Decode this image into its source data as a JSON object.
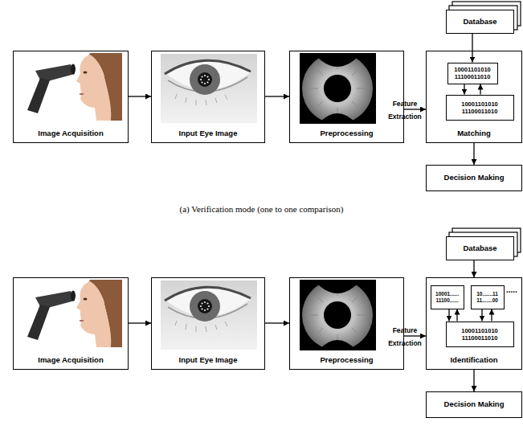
{
  "diagram": {
    "nodes": [
      {
        "text": [
          "Image Acquisition"
        ]
      },
      {
        "text": [
          "Input Eye Image"
        ]
      },
      {
        "text": [
          "Preprocessing"
        ]
      },
      {
        "text": [
          "Database"
        ]
      },
      {
        "text": [
          "Matching"
        ]
      },
      {
        "text": [
          "10001101010 11100011010"
        ],
        "in": 4
      },
      {
        "text": [
          "10001101010 11100011010"
        ],
        "in": 4
      },
      {
        "text": [
          "Decision Making"
        ]
      },
      {
        "text": [
          "Image Acquisition"
        ]
      },
      {
        "text": [
          "Input Eye Image"
        ]
      },
      {
        "text": [
          "Preprocessing"
        ]
      },
      {
        "text": [
          "Database"
        ]
      },
      {
        "text": [
          "Identification"
        ]
      },
      {
        "text": [
          "10001...... 11100......"
        ],
        "in": 12
      },
      {
        "text": [
          "10.......11 11.......00"
        ],
        "in": 12
      },
      {
        "text": [
          "10001101010 11100011010"
        ],
        "in": 12
      },
      {
        "text": [
          "Decision Making"
        ]
      }
    ],
    "edges": [
      {
        "from": 0,
        "to": 1,
        "arrow": "to"
      },
      {
        "from": 1,
        "to": 2,
        "arrow": "to"
      },
      {
        "from": 2,
        "to": 4,
        "label": "Feature Extraction",
        "arrow": "to"
      },
      {
        "from": 3,
        "to": 5,
        "arrow": "to"
      },
      {
        "from": 5,
        "to": 6,
        "arrow": "to"
      },
      {
        "from": 6,
        "to": 5,
        "arrow": "to"
      },
      {
        "from": 4,
        "to": 7,
        "arrow": "to"
      },
      {
        "from": 8,
        "to": 9,
        "arrow": "to"
      },
      {
        "from": 9,
        "to": 10,
        "arrow": "to"
      },
      {
        "from": 10,
        "to": 12,
        "label": "Feature Extraction",
        "arrow": "to"
      },
      {
        "from": 11,
        "to": 12,
        "arrow": "to"
      },
      {
        "from": 13,
        "to": 15,
        "arrow": "to"
      },
      {
        "from": 15,
        "to": 13,
        "arrow": "to"
      },
      {
        "from": 14,
        "to": 15,
        "arrow": "to"
      },
      {
        "from": 15,
        "to": 14,
        "arrow": "to"
      },
      {
        "from": 12,
        "to": 16,
        "arrow": "to"
      }
    ],
    "labels": [
      "(a) Verification mode (one to one comparison)",
      "....."
    ]
  }
}
